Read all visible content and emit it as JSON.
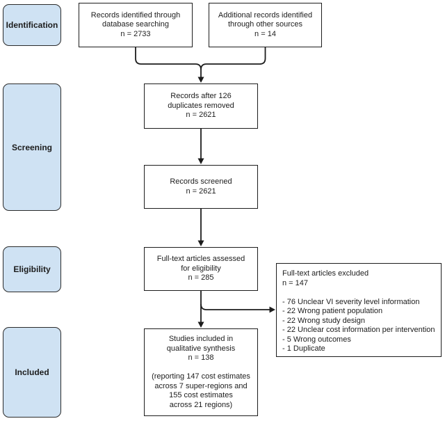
{
  "diagram_type": "prisma-flow-diagram",
  "stages": {
    "identification": "Identification",
    "screening": "Screening",
    "eligibility": "Eligibility",
    "included": "Included"
  },
  "nodes": {
    "records_identified": "Records identified through\ndatabase searching\nn = 2733",
    "additional_records": "Additional records identified\nthrough other sources\nn = 14",
    "duplicates_removed": "Records after 126\nduplicates removed\nn = 2621",
    "records_screened": "Records screened\nn = 2621",
    "fulltext_assessed": "Full-text articles assessed\nfor eligibility\nn = 285",
    "studies_included": "Studies included in\nqualitative synthesis\nn = 138\n\n(reporting 147 cost estimates\nacross 7 super-regions and\n155 cost estimates\nacross 21 regions)",
    "fulltext_excluded": "Full-text articles excluded\nn = 147\n\n- 76 Unclear VI severity level information\n- 22 Wrong patient population\n- 22 Wrong study design\n- 22 Unclear cost information per intervention\n- 5 Wrong outcomes\n- 1 Duplicate"
  },
  "colors": {
    "stage_fill": "#cfe2f3",
    "stage_border": "#2b2b2b",
    "node_fill": "#ffffff",
    "node_border": "#1c1c1c",
    "connector": "#1c1c1c",
    "text": "#1c1c1c"
  }
}
